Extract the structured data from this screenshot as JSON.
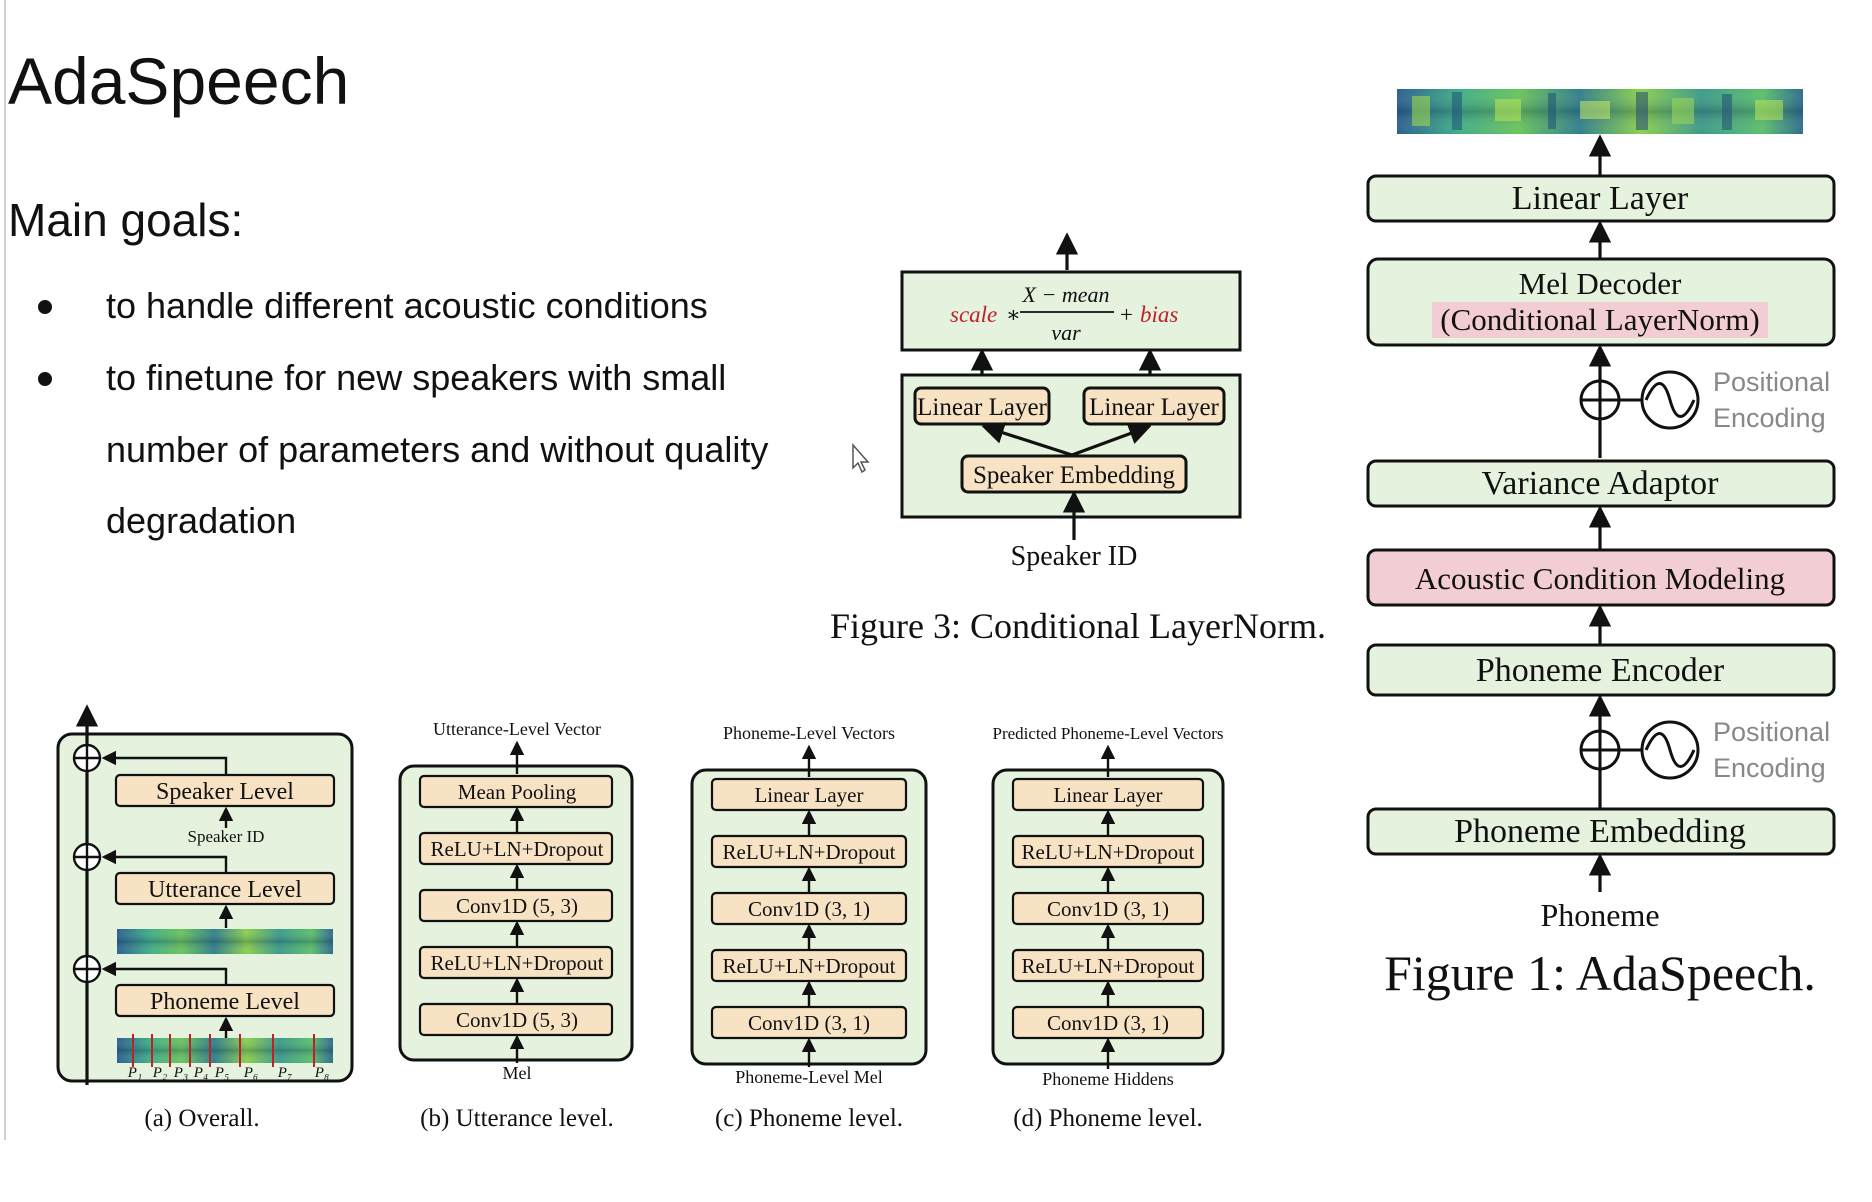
{
  "slide": {
    "title": "AdaSpeech",
    "subtitle": "Main goals:",
    "bullets": [
      "to handle different acoustic conditions",
      "to finetune for new speakers with small",
      "number of parameters and without quality",
      "degradation"
    ]
  },
  "colors": {
    "green_box": "#e4f2de",
    "pink_box": "#f2cdd3",
    "tan_box": "#f7e2c4",
    "red_text": "#c0202a",
    "gray_text": "#888888"
  },
  "figure3": {
    "formula_scale": "scale",
    "formula_star": "∗",
    "formula_numerator": "X − mean",
    "formula_denominator": "var",
    "formula_plus": "+",
    "formula_bias": "bias",
    "linear_left": "Linear Layer",
    "linear_right": "Linear Layer",
    "speaker_embedding": "Speaker Embedding",
    "input": "Speaker ID",
    "caption": "Figure 3: Conditional LayerNorm."
  },
  "figure1": {
    "linear_layer": "Linear Layer",
    "mel_decoder_line1": "Mel Decoder",
    "mel_decoder_line2": "(Conditional LayerNorm)",
    "pos_enc_1a": "Positional",
    "pos_enc_1b": "Encoding",
    "variance_adaptor": "Variance Adaptor",
    "acm": "Acoustic Condition Modeling",
    "phoneme_encoder": "Phoneme Encoder",
    "pos_enc_2a": "Positional",
    "pos_enc_2b": "Encoding",
    "phoneme_embedding": "Phoneme Embedding",
    "input": "Phoneme",
    "caption": "Figure 1: AdaSpeech."
  },
  "figure2": {
    "a": {
      "speaker_level": "Speaker Level",
      "speaker_id": "Speaker ID",
      "utterance_level": "Utterance Level",
      "phoneme_level": "Phoneme Level",
      "phonemes": [
        "P₁",
        "P₂",
        "P₃",
        "P₄",
        "P₅",
        "P₆",
        "P₇",
        "P₈"
      ],
      "caption": "(a) Overall."
    },
    "b": {
      "top": "Utterance-Level Vector",
      "layers": [
        "Mean Pooling",
        "ReLU+LN+Dropout",
        "Conv1D (5, 3)",
        "ReLU+LN+Dropout",
        "Conv1D (5, 3)"
      ],
      "bottom": "Mel",
      "caption": "(b) Utterance level."
    },
    "c": {
      "top": "Phoneme-Level Vectors",
      "layers": [
        "Linear Layer",
        "ReLU+LN+Dropout",
        "Conv1D (3, 1)",
        "ReLU+LN+Dropout",
        "Conv1D (3, 1)"
      ],
      "bottom": "Phoneme-Level Mel",
      "caption": "(c) Phoneme level."
    },
    "d": {
      "top": "Predicted Phoneme-Level Vectors",
      "layers": [
        "Linear Layer",
        "ReLU+LN+Dropout",
        "Conv1D (3, 1)",
        "ReLU+LN+Dropout",
        "Conv1D (3, 1)"
      ],
      "bottom": "Phoneme Hiddens",
      "caption": "(d) Phoneme level."
    }
  }
}
